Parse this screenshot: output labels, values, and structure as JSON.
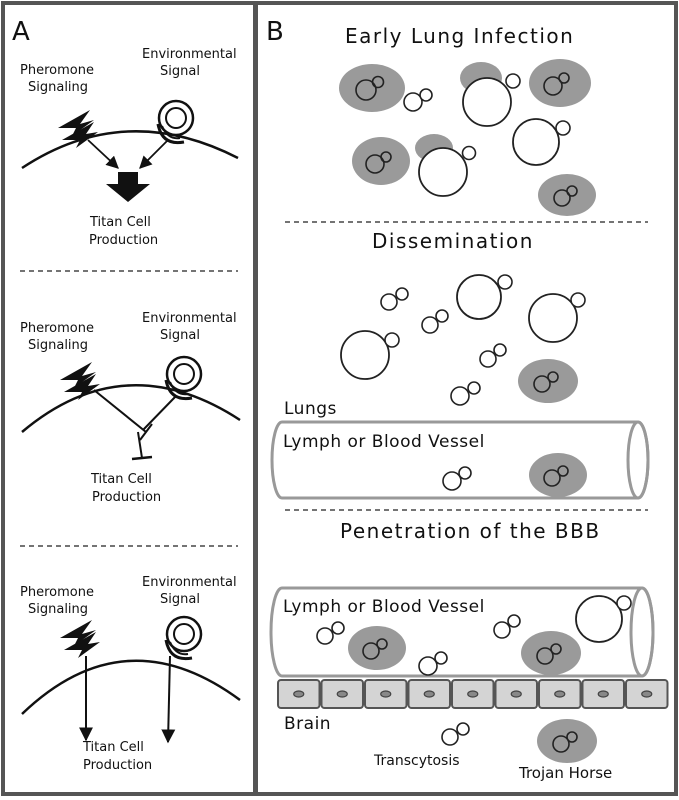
{
  "panelA": {
    "letter": "A",
    "diagrams": [
      {
        "pheromone_line1": "Pheromone",
        "pheromone_line2": "Signaling",
        "environmental_line1": "Environmental",
        "environmental_line2": "Signal",
        "output_line1": "Titan Cell",
        "output_line2": "Production"
      },
      {
        "pheromone_line1": "Pheromone",
        "pheromone_line2": "Signaling",
        "environmental_line1": "Environmental",
        "environmental_line2": "Signal",
        "output_line1": "Titan Cell",
        "output_line2": "Production"
      },
      {
        "pheromone_line1": "Pheromone",
        "pheromone_line2": "Signaling",
        "environmental_line1": "Environmental",
        "environmental_line2": "Signal",
        "output_line1": "Titan Cell",
        "output_line2": "Production"
      }
    ]
  },
  "panelB": {
    "letter": "B",
    "section1_title": "Early Lung Infection",
    "section2_title": "Dissemination",
    "lungs_label": "Lungs",
    "vessel_label_1": "Lymph or Blood Vessel",
    "section3_title": "Penetration of the BBB",
    "vessel_label_2": "Lymph or Blood Vessel",
    "brain_label": "Brain",
    "transcytosis_label": "Transcytosis",
    "trojan_label": "Trojan Horse"
  }
}
